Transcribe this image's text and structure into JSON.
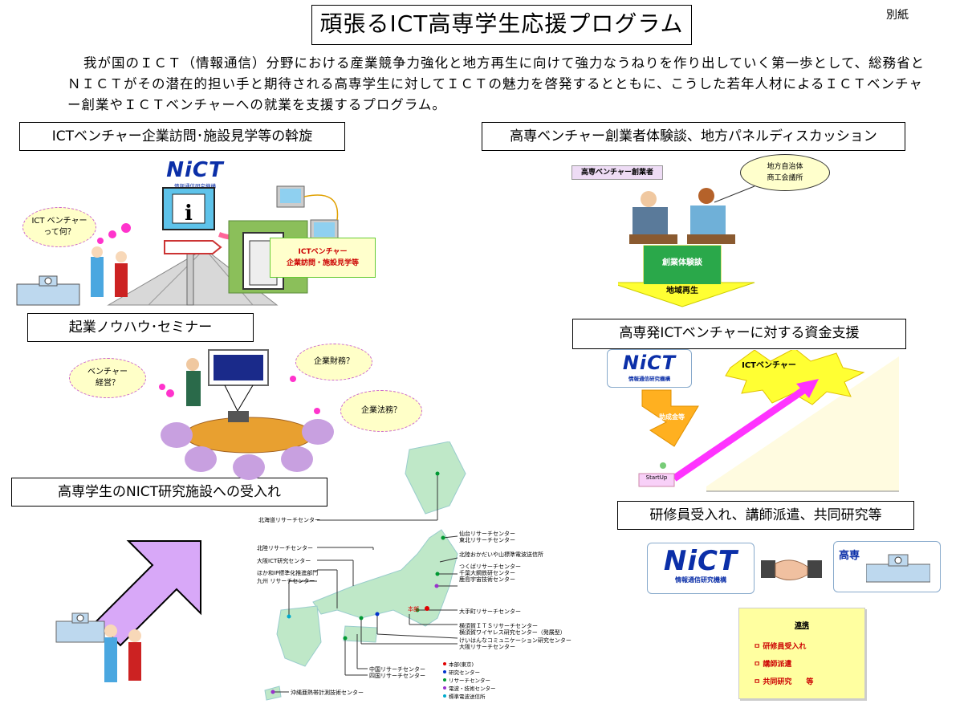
{
  "header": {
    "title": "頑張るICT高専学生応援プログラム",
    "appendix": "別紙",
    "intro": "我が国のＩＣＴ（情報通信）分野における産業競争力強化と地方再生に向けて強力なうねりを作り出していく第一歩として、総務省とＮＩＣＴがその潜在的担い手と期待される高専学生に対してＩＣＴの魅力を啓発するとともに、こうした若年人材によるＩＣＴベンチャー創業やＩＣＴベンチャーへの就業を支援するプログラム。"
  },
  "sections": {
    "visit": "ICTベンチャー企業訪問･施設見学等の斡旋",
    "panel": "高専ベンチャー創業者体験談、地方パネルディスカッション",
    "seminar": "起業ノウハウ･セミナー",
    "funding": "高専発ICTベンチャーに対する資金支援",
    "acceptance": "高専学生のNICT研究施設への受入れ",
    "trainee": "研修員受入れ、講師派遣、共同研究等"
  },
  "nict": {
    "logo": "NiCT",
    "org": "情報通信研究機構"
  },
  "visit_panel": {
    "cloud": "ICT ベンチャー\nって何？",
    "sign": "ICTベンチャー\n企業訪問・施設見学等"
  },
  "panel_panel": {
    "founder_tag": "高専ベンチャー創業者",
    "local_cloud": "地方自治体\n商工会議所",
    "arrow_top": "創業体験談",
    "arrow_bottom": "地域再生"
  },
  "seminar_panel": {
    "cloud1": "ベンチャー\n経営？",
    "cloud2": "企業財務？",
    "cloud3": "企業法務？"
  },
  "funding_panel": {
    "burst": "ICTベンチャー",
    "grant": "助成金等",
    "startup": "StartUp"
  },
  "trainee_panel": {
    "kosen": "高専",
    "note_title": "連携",
    "note_items": [
      "研修員受入れ",
      "講師派遣",
      "共同研究　　等"
    ]
  },
  "map": {
    "left_labels": [
      "北海道リサーチセンター",
      "北陸リサーチセンター",
      "大阪ICT研究センター",
      "ほか和IP標準化推進部門",
      "九州 リサーチセンター"
    ],
    "right_labels": [
      "仙台リサーチセンター",
      "東北リサーチセンター",
      "北陸おかだいや山標準電波送信所",
      "つくばリサーチセンター",
      "千葉大鋼鉄研センター",
      "鹿島宇宙技術センター",
      "本部",
      "大手町リサーチセンター",
      "横須賀ＩＴＳリサーチセンター",
      "横須賀ワイヤレス研究センター（発展型）",
      "けいはんなコミュニケーション研究センター",
      "大阪リサーチセンター"
    ],
    "bottom_labels": [
      "中国リサーチセンター",
      "四国リサーチセンター",
      "沖縄亜熱帯計測技術センター"
    ],
    "legend": [
      "本部(東京)",
      "研究センター",
      "リサーチセンター",
      "電波・技術センター",
      "標準電波送信所"
    ],
    "legend_colors": [
      "#e00000",
      "#0033cc",
      "#009933",
      "#9933cc",
      "#00aacc"
    ]
  }
}
